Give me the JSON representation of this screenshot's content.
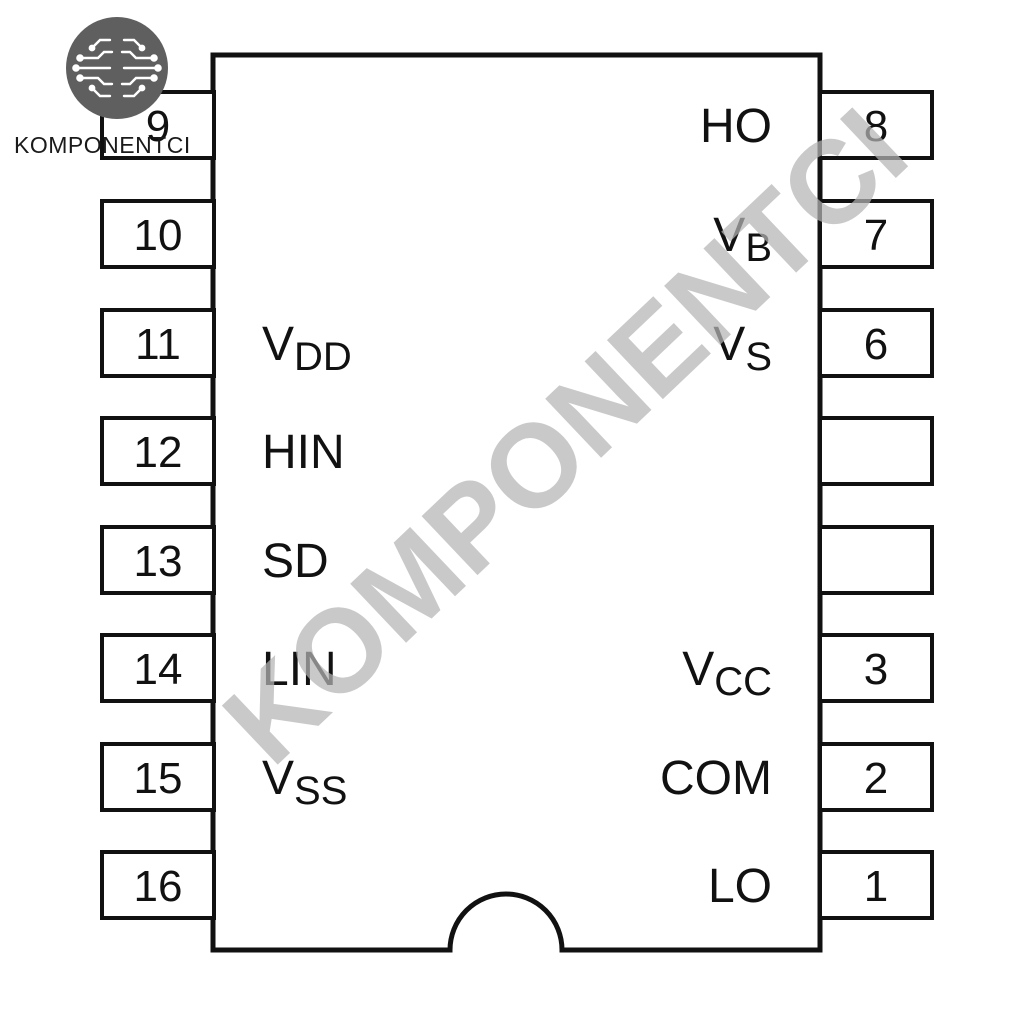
{
  "brand": {
    "logo_text": "KOMPONENTCI",
    "watermark_text": "KOMPONENTCI"
  },
  "colors": {
    "outline": "#111111",
    "background": "#ffffff",
    "watermark": "#b5b5b5",
    "logo_circle": "#5f5f5f"
  },
  "pins": {
    "left": [
      {
        "number": "9",
        "signal": "",
        "sub": ""
      },
      {
        "number": "10",
        "signal": "",
        "sub": ""
      },
      {
        "number": "11",
        "signal": "V",
        "sub": "DD"
      },
      {
        "number": "12",
        "signal": "HIN",
        "sub": ""
      },
      {
        "number": "13",
        "signal": "SD",
        "sub": ""
      },
      {
        "number": "14",
        "signal": "LIN",
        "sub": ""
      },
      {
        "number": "15",
        "signal": "V",
        "sub": "SS"
      },
      {
        "number": "16",
        "signal": "",
        "sub": ""
      }
    ],
    "right": [
      {
        "number": "8",
        "signal": "HO",
        "sub": ""
      },
      {
        "number": "7",
        "signal": "V",
        "sub": "B"
      },
      {
        "number": "6",
        "signal": "V",
        "sub": "S"
      },
      {
        "number": "",
        "signal": "",
        "sub": ""
      },
      {
        "number": "",
        "signal": "",
        "sub": ""
      },
      {
        "number": "3",
        "signal": "V",
        "sub": "CC"
      },
      {
        "number": "2",
        "signal": "COM",
        "sub": ""
      },
      {
        "number": "1",
        "signal": "LO",
        "sub": ""
      }
    ]
  }
}
